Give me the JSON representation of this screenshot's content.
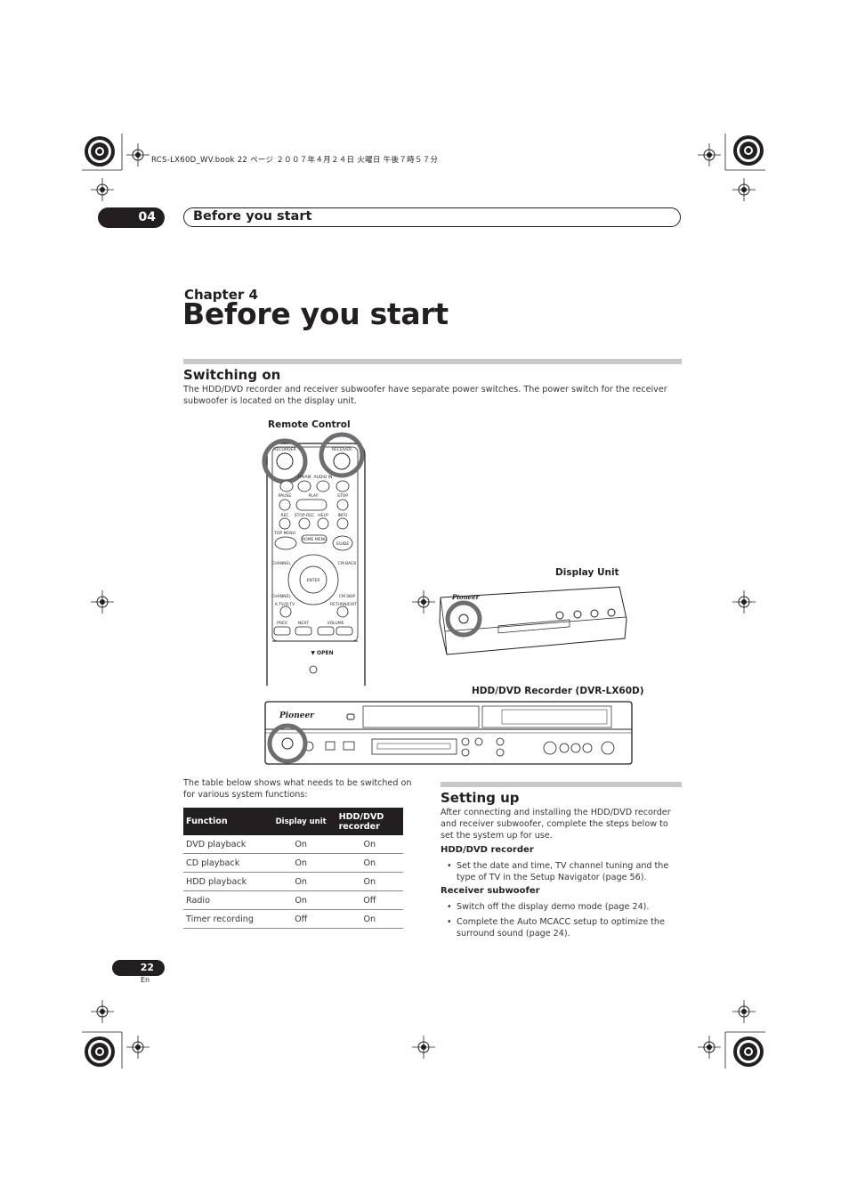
{
  "header": {
    "file_info": "RCS-LX60D_WV.book  22 ページ  ２００７年４月２４日  火曜日  午後７時５７分",
    "chapter_number": "04",
    "running_title": "Before you start"
  },
  "chapter": {
    "label": "Chapter 4",
    "title": "Before you start"
  },
  "switching_on": {
    "heading": "Switching on",
    "body": "The HDD/DVD recorder and receiver subwoofer have separate power switches. The power switch for the receiver subwoofer is located on the display unit.",
    "remote_label": "Remote Control",
    "display_label": "Display Unit",
    "recorder_label": "HDD/DVD Recorder (DVR-LX60D)",
    "remote_buttons": {
      "recorder": "RECORDER",
      "receiver": "RECEIVER",
      "fmam": "FM/AM",
      "audio_in": "AUDIO IN",
      "pause": "PAUSE",
      "play": "PLAY",
      "stop": "STOP",
      "rec": "REC",
      "stop_rec": "STOP REC",
      "help": "HELP",
      "info": "INFO",
      "top_menu": "TOP MENU",
      "home_menu": "HOME MENU",
      "guide": "GUIDE",
      "channel_up": "CHANNEL",
      "cm_back": "CM BACK",
      "enter": "ENTER",
      "channel_down": "CHANNEL",
      "cm_skip": "CM SKIP",
      "atv_dtv": "A.TV/D.TV",
      "return_exit": "RETURN/EXIT",
      "prev": "PREV",
      "next": "NEXT",
      "volume": "VOLUME",
      "open": "▼ OPEN"
    },
    "brand": "Pioneer"
  },
  "intro_table_text": "The table below shows what needs to be switched on for various system functions:",
  "table": {
    "headers": [
      "Function",
      "Display unit",
      "HDD/DVD recorder"
    ],
    "rows": [
      [
        "DVD playback",
        "On",
        "On"
      ],
      [
        "CD playback",
        "On",
        "On"
      ],
      [
        "HDD playback",
        "On",
        "On"
      ],
      [
        "Radio",
        "On",
        "Off"
      ],
      [
        "Timer recording",
        "Off",
        "On"
      ]
    ]
  },
  "setting_up": {
    "heading": "Setting up",
    "body": "After connecting and installing the HDD/DVD recorder and receiver subwoofer, complete the steps below to set the system up for use.",
    "recorder_heading": "HDD/DVD recorder",
    "recorder_bullets": [
      "Set the date and time, TV channel tuning and the type of TV in the Setup Navigator (page 56)."
    ],
    "subwoofer_heading": "Receiver subwoofer",
    "subwoofer_bullets": [
      "Switch off the display demo mode (page 24).",
      "Complete the Auto MCACC setup to optimize the surround sound (page 24)."
    ]
  },
  "footer": {
    "page_number": "22",
    "language": "En"
  }
}
